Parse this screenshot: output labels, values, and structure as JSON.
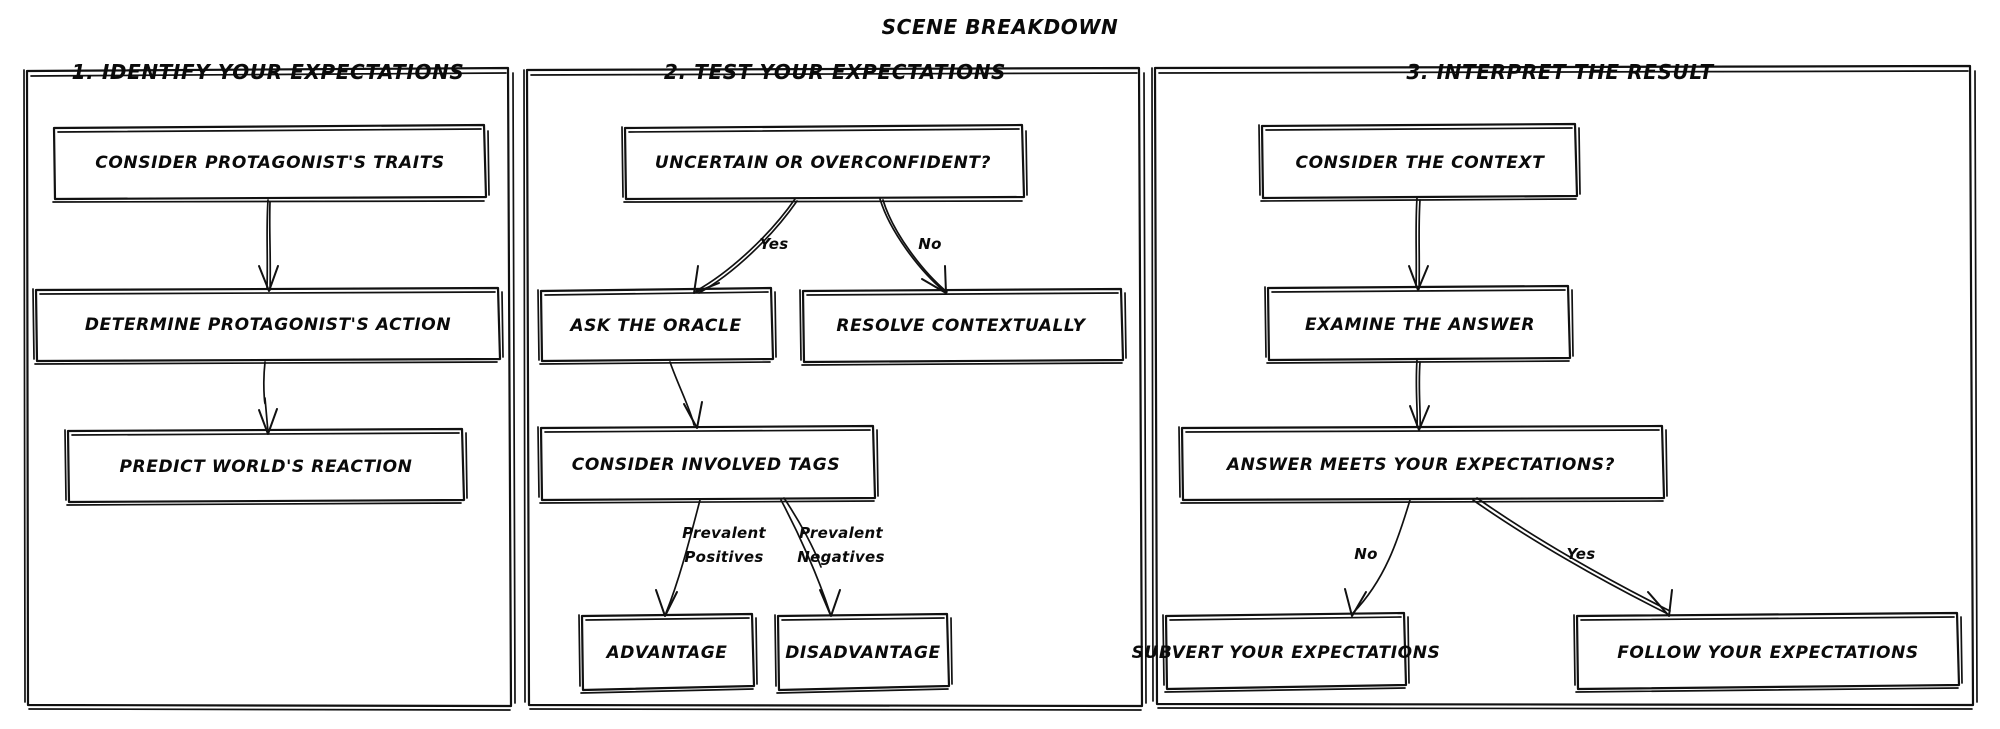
{
  "diagram": {
    "title": "SCENE BREAKDOWN",
    "type": "flowchart",
    "style": "hand-drawn sketch",
    "colors": {
      "stroke": "#111111",
      "text": "#0a0a0a",
      "background": "#ffffff"
    },
    "panels": [
      {
        "id": "panel-1",
        "heading": "1. IDENTIFY YOUR EXPECTATIONS",
        "nodes": [
          {
            "id": "n1a",
            "label": "CONSIDER PROTAGONIST'S TRAITS"
          },
          {
            "id": "n1b",
            "label": "DETERMINE PROTAGONIST'S ACTION"
          },
          {
            "id": "n1c",
            "label": "PREDICT WORLD'S REACTION"
          }
        ],
        "edges": [
          {
            "from": "n1a",
            "to": "n1b",
            "label": ""
          },
          {
            "from": "n1b",
            "to": "n1c",
            "label": ""
          }
        ]
      },
      {
        "id": "panel-2",
        "heading": "2. TEST YOUR EXPECTATIONS",
        "nodes": [
          {
            "id": "n2a",
            "label": "UNCERTAIN OR OVERCONFIDENT?"
          },
          {
            "id": "n2b",
            "label": "ASK THE ORACLE"
          },
          {
            "id": "n2c",
            "label": "RESOLVE CONTEXTUALLY"
          },
          {
            "id": "n2d",
            "label": "CONSIDER INVOLVED TAGS"
          },
          {
            "id": "n2e",
            "label": "ADVANTAGE"
          },
          {
            "id": "n2f",
            "label": "DISADVANTAGE"
          }
        ],
        "edges": [
          {
            "from": "n2a",
            "to": "n2b",
            "label": "Yes"
          },
          {
            "from": "n2a",
            "to": "n2c",
            "label": "No"
          },
          {
            "from": "n2b",
            "to": "n2d",
            "label": ""
          },
          {
            "from": "n2d",
            "to": "n2e",
            "label": "Prevalent Positives",
            "label_line1": "Prevalent",
            "label_line2": "Positives"
          },
          {
            "from": "n2d",
            "to": "n2f",
            "label": "Prevalent Negatives",
            "label_line1": "Prevalent",
            "label_line2": "Negatives"
          }
        ]
      },
      {
        "id": "panel-3",
        "heading": "3. INTERPRET THE RESULT",
        "nodes": [
          {
            "id": "n3a",
            "label": "CONSIDER THE CONTEXT"
          },
          {
            "id": "n3b",
            "label": "EXAMINE THE ANSWER"
          },
          {
            "id": "n3c",
            "label": "ANSWER MEETS YOUR EXPECTATIONS?"
          },
          {
            "id": "n3d",
            "label": "SUBVERT YOUR EXPECTATIONS"
          },
          {
            "id": "n3e",
            "label": "FOLLOW YOUR EXPECTATIONS"
          }
        ],
        "edges": [
          {
            "from": "n3a",
            "to": "n3b",
            "label": ""
          },
          {
            "from": "n3b",
            "to": "n3c",
            "label": ""
          },
          {
            "from": "n3c",
            "to": "n3d",
            "label": "No"
          },
          {
            "from": "n3c",
            "to": "n3e",
            "label": "Yes"
          }
        ]
      }
    ]
  }
}
